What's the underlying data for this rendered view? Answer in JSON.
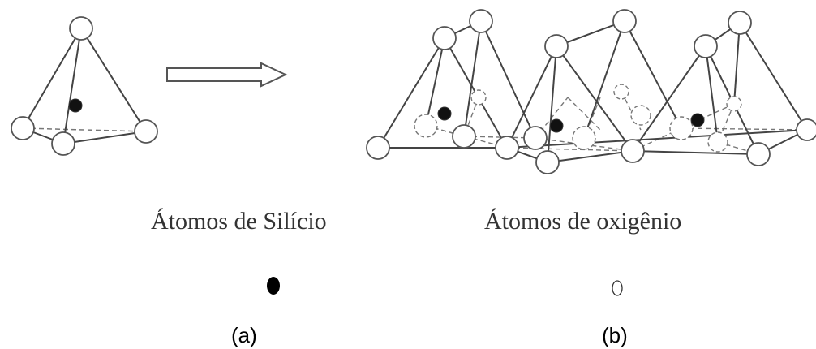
{
  "legend": {
    "silicon_label": "Átomos de Silício",
    "oxygen_label": "Átomos de oxigênio"
  },
  "panels": {
    "a_label": "(a)",
    "b_label": "(b)"
  },
  "colors": {
    "silicon_atom": "#111111",
    "oxygen_atom": "#ffffff",
    "bond": "#444444",
    "hidden_bond": "#777777",
    "arrow_fill": "#ffffff",
    "arrow_stroke": "#555555"
  }
}
